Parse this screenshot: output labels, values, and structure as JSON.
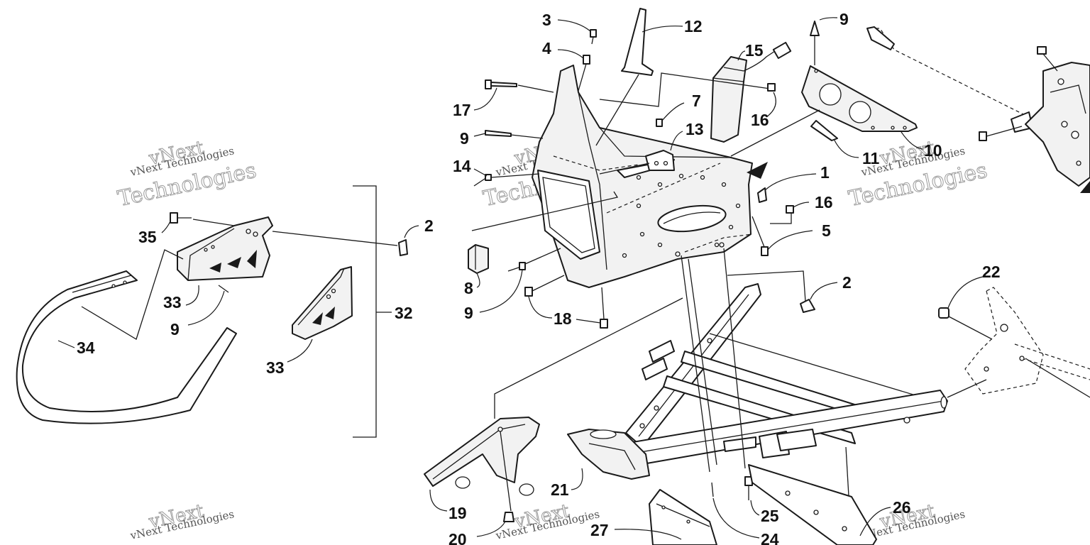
{
  "diagram": {
    "callouts": [
      {
        "id": "c3",
        "text": "3"
      },
      {
        "id": "c12",
        "text": "12"
      },
      {
        "id": "c9a",
        "text": "9"
      },
      {
        "id": "c4",
        "text": "4"
      },
      {
        "id": "c15",
        "text": "15"
      },
      {
        "id": "c7",
        "text": "7"
      },
      {
        "id": "c17",
        "text": "17"
      },
      {
        "id": "c16a",
        "text": "16"
      },
      {
        "id": "c13",
        "text": "13"
      },
      {
        "id": "c9b",
        "text": "9"
      },
      {
        "id": "c11",
        "text": "11"
      },
      {
        "id": "c10",
        "text": "10"
      },
      {
        "id": "c14",
        "text": "14"
      },
      {
        "id": "c1",
        "text": "1"
      },
      {
        "id": "c16b",
        "text": "16"
      },
      {
        "id": "c5",
        "text": "5"
      },
      {
        "id": "c2a",
        "text": "2"
      },
      {
        "id": "c35",
        "text": "35"
      },
      {
        "id": "c8",
        "text": "8"
      },
      {
        "id": "c2b",
        "text": "2"
      },
      {
        "id": "c22",
        "text": "22"
      },
      {
        "id": "c33a",
        "text": "33"
      },
      {
        "id": "c9c",
        "text": "9"
      },
      {
        "id": "c18",
        "text": "18"
      },
      {
        "id": "c9d",
        "text": "9"
      },
      {
        "id": "c32",
        "text": "32"
      },
      {
        "id": "c34",
        "text": "34"
      },
      {
        "id": "c33b",
        "text": "33"
      },
      {
        "id": "c21",
        "text": "21"
      },
      {
        "id": "c19",
        "text": "19"
      },
      {
        "id": "c25",
        "text": "25"
      },
      {
        "id": "c26",
        "text": "26"
      },
      {
        "id": "c20",
        "text": "20"
      },
      {
        "id": "c27",
        "text": "27"
      },
      {
        "id": "c24",
        "text": "24"
      }
    ],
    "watermark": {
      "big": "vNext",
      "line1": "vNext Technologies",
      "line2": "Technologies"
    },
    "colors": {
      "line": "#1a1a1a",
      "background": "#ffffff",
      "watermark": "#9a9a9a"
    }
  }
}
